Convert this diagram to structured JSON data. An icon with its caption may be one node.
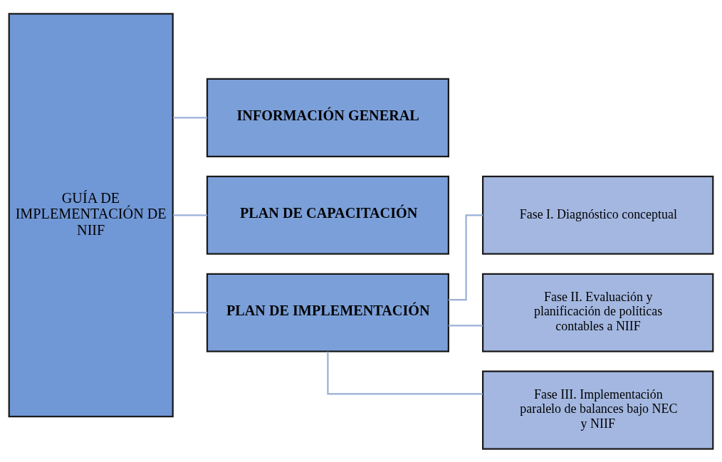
{
  "diagram": {
    "nodes": [
      {
        "text": [
          "GUÍA DE IMPLEMENTACIÓN DE NIIF"
        ]
      },
      {
        "text": [
          "INFORMACIÓN GENERAL"
        ]
      },
      {
        "text": [
          "PLAN DE CAPACITACIÓN"
        ]
      },
      {
        "text": [
          "PLAN DE IMPLEMENTACIÓN"
        ]
      },
      {
        "text": [
          "Fase I. Diagnóstico conceptual"
        ]
      },
      {
        "text": [
          "Fase II. Evaluación y planificación de políticas contables a NIIF"
        ]
      },
      {
        "text": [
          "Fase III. Implementación paralelo de balances bajo NEC y NIIF"
        ]
      }
    ],
    "edges": [
      {
        "from": 0,
        "to": 1,
        "arrow": "none"
      },
      {
        "from": 0,
        "to": 2,
        "arrow": "none"
      },
      {
        "from": 0,
        "to": 3,
        "arrow": "none"
      },
      {
        "from": 3,
        "to": 4,
        "arrow": "none"
      },
      {
        "from": 3,
        "to": 5,
        "arrow": "none"
      },
      {
        "from": 3,
        "to": 6,
        "arrow": "none"
      }
    ]
  }
}
